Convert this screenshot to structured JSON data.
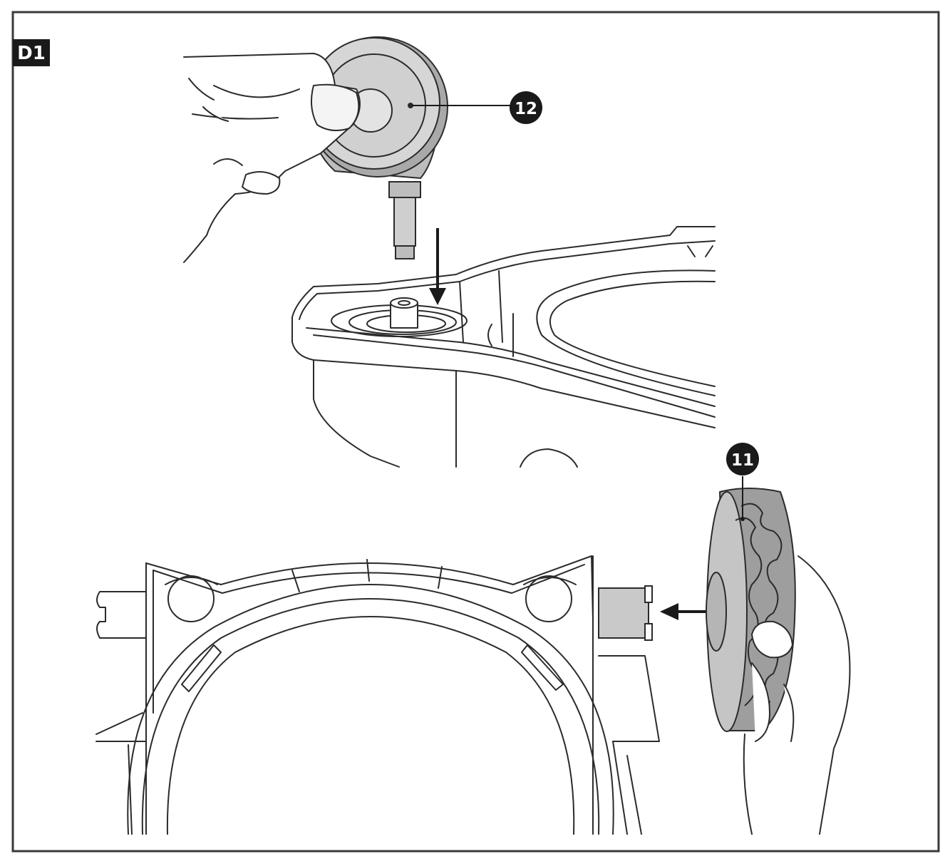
{
  "step": {
    "label": "D1"
  },
  "callouts": {
    "caster": {
      "number": "12"
    },
    "wheel": {
      "number": "11"
    }
  },
  "colors": {
    "line": "#2b2b2b",
    "part_fill": "#d4d4d4",
    "part_dark": "#a9a9a9",
    "badge": "#1a1a1a",
    "badge_text": "#ffffff",
    "frame_border": "#3a3a3a"
  }
}
